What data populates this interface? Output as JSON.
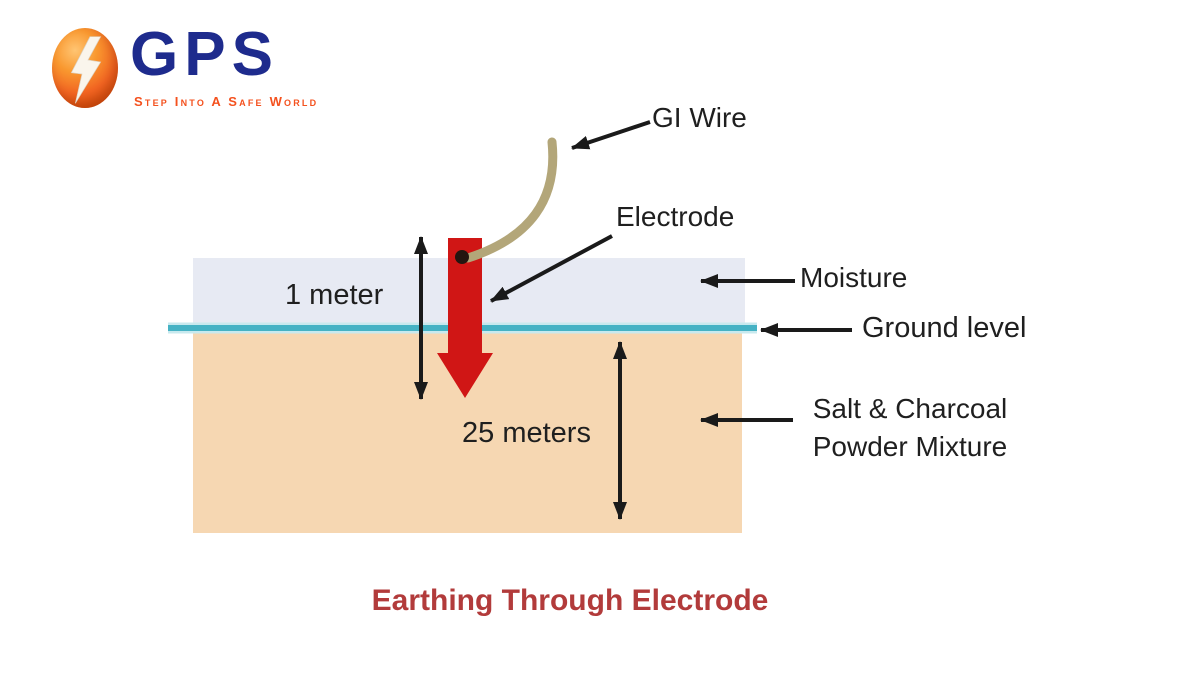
{
  "logo": {
    "brand": "GPS",
    "tagline": "Step Into A Safe World"
  },
  "diagram": {
    "title": "Earthing Through Electrode",
    "labels": {
      "gi_wire": "GI Wire",
      "electrode": "Electrode",
      "moisture": "Moisture",
      "ground_level": "Ground level",
      "salt_charcoal_1": "Salt & Charcoal",
      "salt_charcoal_2": "Powder Mixture",
      "depth_above": "1 meter",
      "depth_below": "25 meters"
    },
    "colors": {
      "moisture_layer": "#e7eaf3",
      "soil_layer": "#f6d7b2",
      "ground_line": "#45b2c4",
      "electrode_red": "#d01615",
      "wire_tan": "#b3a679",
      "arrow_black": "#1a1a1a",
      "title_red": "#b23b3b",
      "label_text": "#1f1f1f",
      "brand_blue": "#1e2b8d",
      "tagline_orange": "#f4511e",
      "logo_orange": "#f26522"
    }
  }
}
